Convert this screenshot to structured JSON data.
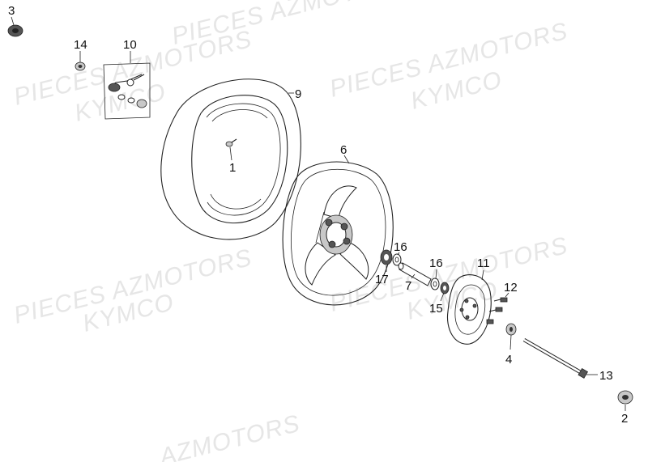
{
  "watermarks": {
    "a1": "PIECES AZMOTORS",
    "a2": "KYMCO",
    "b1": "PIECES AZMOTORS",
    "b2": "KYMCO",
    "c1": "PIECES AZMOTORS",
    "c2": "KYMCO",
    "d1": "PIECES AZMOTORS",
    "d2": "KYMCO",
    "e1": "PIECES AZMOTORS",
    "f1": "AZMOTORS"
  },
  "callouts": {
    "p1": "1",
    "p2": "2",
    "p3": "3",
    "p4": "4",
    "p6": "6",
    "p7": "7",
    "p9": "9",
    "p10": "10",
    "p11": "11",
    "p12": "12",
    "p13": "13",
    "p14": "14",
    "p15": "15",
    "p16a": "16",
    "p16b": "16",
    "p17": "17"
  }
}
